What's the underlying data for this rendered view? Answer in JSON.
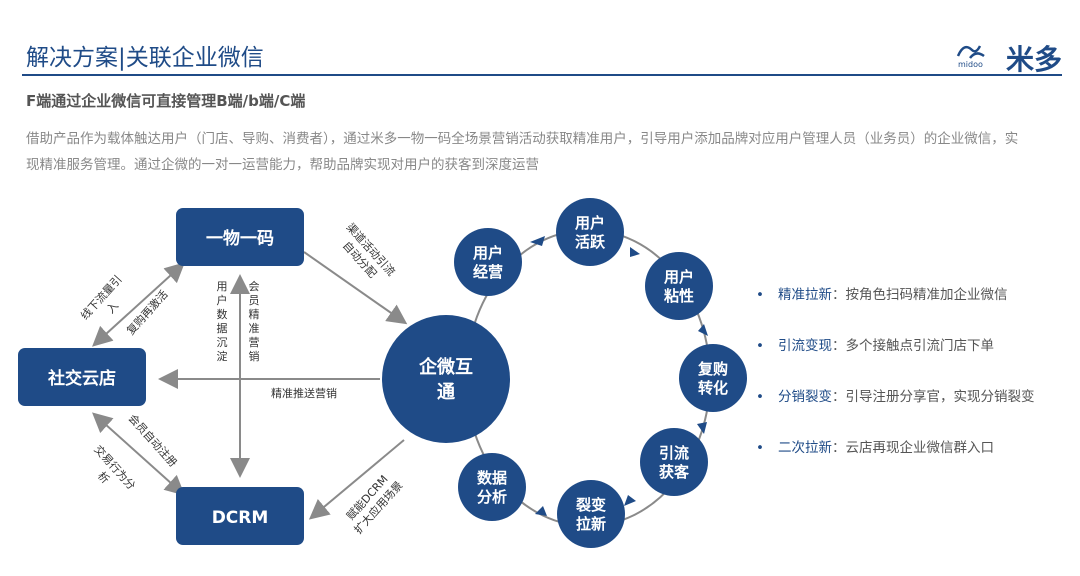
{
  "header": {
    "title": "解决方案|关联企业微信",
    "logo_text": "米多",
    "logo_sub": "midoo"
  },
  "subtitle": "F端通过企业微信可直接管理B端/b端/C端",
  "description": "借助产品作为载体触达用户（门店、导购、消费者），通过米多一物一码全场景营销活动获取精准用户，引导用户添加品牌对应用户管理人员（业务员）的企业微信，实现精准服务管理。通过企微的一对一运营能力，帮助品牌实现对用户的获客到深度运营",
  "diagram": {
    "nodes": {
      "code": "一物一码",
      "store": "社交云店",
      "dcrm": "DCRM",
      "center": [
        "企微互",
        "通"
      ]
    },
    "edge_labels": {
      "store_to_code_left": [
        "线下流量引",
        "入"
      ],
      "store_to_code_right": [
        "复购再激活"
      ],
      "code_to_center": [
        "渠道活动引流",
        "自动分配"
      ],
      "vertical_left": [
        "用",
        "户",
        "数",
        "据",
        "沉",
        "淀"
      ],
      "vertical_right": [
        "会",
        "员",
        "精",
        "准",
        "营",
        "销"
      ],
      "horizontal": "精准推送营销",
      "store_to_dcrm_left": [
        "交易行为分",
        "析"
      ],
      "store_to_dcrm_right": [
        "会员自动注册"
      ],
      "dcrm_to_center": [
        "赋能DCRM",
        "扩大应用场景"
      ]
    },
    "cycle": [
      [
        "用户",
        "经营"
      ],
      [
        "用户",
        "活跃"
      ],
      [
        "用户",
        "粘性"
      ],
      [
        "复购",
        "转化"
      ],
      [
        "引流",
        "获客"
      ],
      [
        "裂变",
        "拉新"
      ],
      [
        "数据",
        "分析"
      ]
    ]
  },
  "bullets": [
    {
      "key": "精准拉新",
      "text": "：按角色扫码精准加企业微信"
    },
    {
      "key": "引流变现",
      "text": "：多个接触点引流门店下单"
    },
    {
      "key": "分销裂变",
      "text": "：引导注册分享官，实现分销裂变"
    },
    {
      "key": "二次拉新",
      "text": "：云店再现企业微信群入口"
    }
  ],
  "colors": {
    "primary": "#1f4b87",
    "arrow": "#7f7f7f"
  }
}
